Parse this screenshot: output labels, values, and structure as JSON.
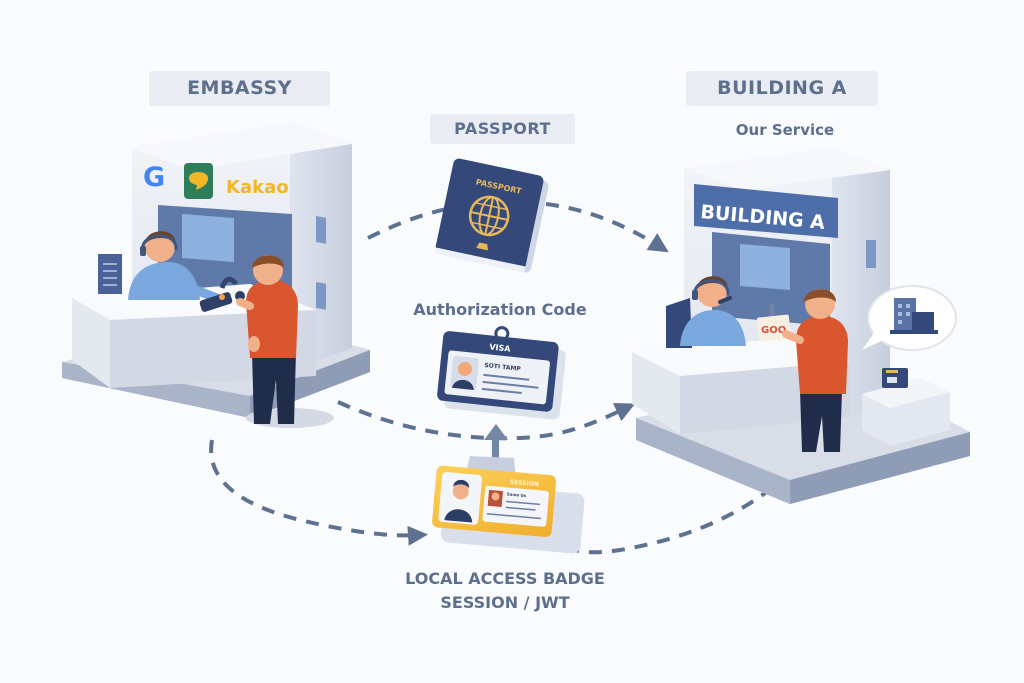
{
  "diagram": {
    "embassy": {
      "label": "EMBASSY",
      "providers": [
        {
          "name": "Google",
          "icon": "google-logo-icon",
          "glyph": "G"
        },
        {
          "name": "KakaoTalk",
          "icon": "kakao-chat-icon"
        },
        {
          "name": "Kakao",
          "text": "Kakao"
        }
      ]
    },
    "building_a": {
      "label": "BUILDING A",
      "subtitle": "Our Service",
      "sign": "BUILDING A",
      "card_text": "GOO"
    },
    "passport": {
      "label": "PASSPORT",
      "cover_text": "PASSPORT"
    },
    "authorization_code": {
      "label": "Authorization Code",
      "card_header": "VISA",
      "card_name": "SOTI TAMP"
    },
    "local_badge": {
      "card_header": "SESSION",
      "card_name": "Same Us",
      "caption_line1": "LOCAL ACCESS BADGE",
      "caption_line2": "SESSION / JWT"
    },
    "colors": {
      "label_text": "#5d6f8c",
      "label_bg": "#e9ecf3",
      "arrow": "#5f7191",
      "passport_blue": "#34497a",
      "gold": "#e8b85a",
      "badge_yellow": "#f6c544",
      "shirt_orange": "#d9562e",
      "agent_blue": "#7aa7dd",
      "pants_navy": "#1f2d4a",
      "sign_blue": "#4d6ea8",
      "kakao_yellow": "#f3b626"
    },
    "flows": [
      {
        "from": "embassy",
        "to": "building_a",
        "carries": "passport"
      },
      {
        "from": "embassy",
        "to": "building_a",
        "carries": "authorization_code"
      },
      {
        "from": "embassy",
        "to": "local_badge"
      },
      {
        "from": "local_badge",
        "to": "authorization_code"
      },
      {
        "from": "building_a",
        "to": "local_badge"
      }
    ]
  }
}
